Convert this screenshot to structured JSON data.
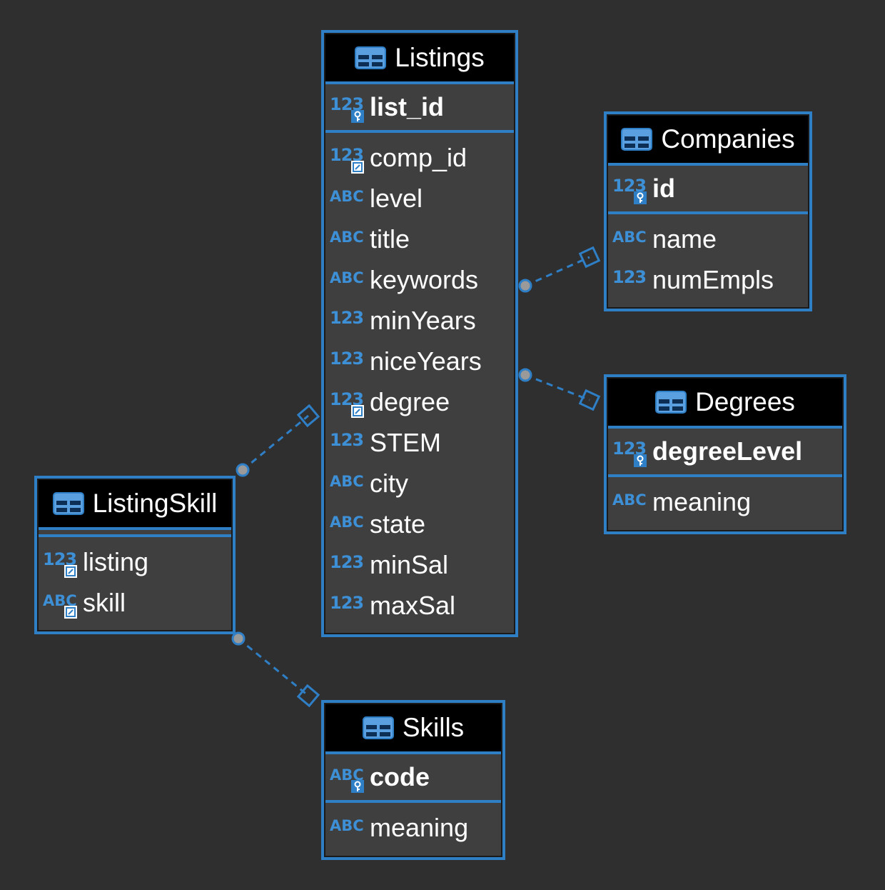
{
  "colors": {
    "background": "#2f2f2f",
    "accent": "#2f7fc6",
    "header_bg": "#000000",
    "body_bg": "#3f3f3f",
    "type_icon": "#3d8fd6"
  },
  "entities": {
    "listings": {
      "title": "Listings",
      "keys": [
        {
          "name": "list_id",
          "type": "123",
          "badge": "key-icon"
        }
      ],
      "attributes": [
        {
          "name": "comp_id",
          "type": "123",
          "badge": "foreign-key-icon"
        },
        {
          "name": "level",
          "type": "ABC"
        },
        {
          "name": "title",
          "type": "ABC"
        },
        {
          "name": "keywords",
          "type": "ABC"
        },
        {
          "name": "minYears",
          "type": "123"
        },
        {
          "name": "niceYears",
          "type": "123"
        },
        {
          "name": "degree",
          "type": "123",
          "badge": "foreign-key-icon"
        },
        {
          "name": "STEM",
          "type": "123"
        },
        {
          "name": "city",
          "type": "ABC"
        },
        {
          "name": "state",
          "type": "ABC"
        },
        {
          "name": "minSal",
          "type": "123"
        },
        {
          "name": "maxSal",
          "type": "123"
        }
      ]
    },
    "companies": {
      "title": "Companies",
      "keys": [
        {
          "name": "id",
          "type": "123",
          "badge": "key-icon"
        }
      ],
      "attributes": [
        {
          "name": "name",
          "type": "ABC"
        },
        {
          "name": "numEmpls",
          "type": "123"
        }
      ]
    },
    "degrees": {
      "title": "Degrees",
      "keys": [
        {
          "name": "degreeLevel",
          "type": "123",
          "badge": "key-icon"
        }
      ],
      "attributes": [
        {
          "name": "meaning",
          "type": "ABC"
        }
      ]
    },
    "listingskill": {
      "title": "ListingSkill",
      "keys": [],
      "attributes": [
        {
          "name": "listing",
          "type": "123",
          "badge": "foreign-key-icon"
        },
        {
          "name": "skill",
          "type": "ABC",
          "badge": "foreign-key-icon"
        }
      ]
    },
    "skills": {
      "title": "Skills",
      "keys": [
        {
          "name": "code",
          "type": "ABC",
          "badge": "key-icon"
        }
      ],
      "attributes": [
        {
          "name": "meaning",
          "type": "ABC"
        }
      ]
    }
  },
  "relationships": [
    {
      "from": "listings",
      "to": "companies",
      "style": "dashed"
    },
    {
      "from": "listings",
      "to": "degrees",
      "style": "dashed"
    },
    {
      "from": "listingskill",
      "to": "listings",
      "style": "dashed"
    },
    {
      "from": "listingskill",
      "to": "skills",
      "style": "dashed"
    }
  ]
}
